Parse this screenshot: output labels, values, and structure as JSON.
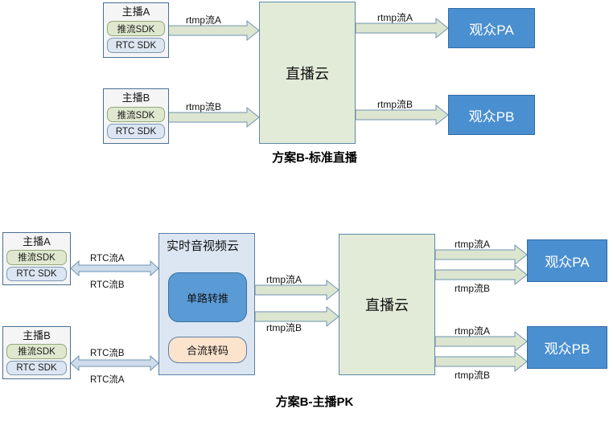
{
  "diagram": {
    "top": {
      "title": "方案B-标准直播",
      "hosts": [
        {
          "name": "主播A",
          "push_sdk": "推流SDK",
          "rtc_sdk": "RTC SDK"
        },
        {
          "name": "主播B",
          "push_sdk": "推流SDK",
          "rtc_sdk": "RTC SDK"
        }
      ],
      "cloud": "直播云",
      "viewers": [
        "观众PA",
        "观众PB"
      ],
      "ingest_labels": [
        "rtmp流A",
        "rtmp流B"
      ],
      "egress_labels": [
        "rtmp流A",
        "rtmp流B"
      ]
    },
    "bottom": {
      "title": "方案B-主播PK",
      "hosts": [
        {
          "name": "主播A",
          "push_sdk": "推流SDK",
          "rtc_sdk": "RTC SDK"
        },
        {
          "name": "主播B",
          "push_sdk": "推流SDK",
          "rtc_sdk": "RTC SDK"
        }
      ],
      "rtc_cloud": {
        "title": "实时音视频云",
        "modules": [
          "单路转推",
          "合流转码"
        ]
      },
      "live_cloud": "直播云",
      "viewers": [
        "观众PA",
        "观众PB"
      ],
      "rtc_labels_a": [
        "RTC流A",
        "RTC流B"
      ],
      "rtc_labels_b": [
        "RTC流B",
        "RTC流A"
      ],
      "relay_labels": [
        "rtmp流A",
        "rtmp流B"
      ],
      "egress_pa": [
        "rtmp流A",
        "rtmp流B"
      ],
      "egress_pb": [
        "rtmp流A",
        "rtmp流B"
      ]
    }
  },
  "colors": {
    "green_cloud_fill": "#e2ebd8",
    "green_cloud_border": "#5b8aa6",
    "viewer_fill": "#4a8fd0",
    "viewer_border": "#2f6ba8",
    "host_fill": "#f5f5f5",
    "host_border": "#4a6f96",
    "push_sdk_fill": "#dfe8cf",
    "rtc_sdk_fill": "#dce6f2",
    "rtc_cloud_fill": "#dce6f2",
    "inner_blue_fill": "#5b9bd5",
    "inner_peach_fill": "#fce3cd",
    "arrow_green_fill": "#dce5d0",
    "arrow_blue_fill": "#cfdcec",
    "arrow_stroke": "#6f93b0"
  }
}
